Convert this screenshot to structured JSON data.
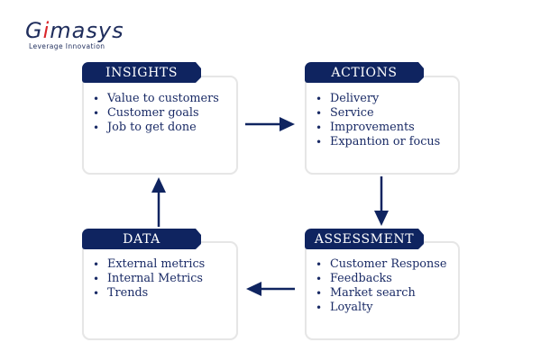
{
  "logo": {
    "text_before": "G",
    "text_accent": "i",
    "text_after": "masys",
    "tagline": "Leverage Innovation"
  },
  "colors": {
    "header_bg": "#0f2460",
    "text": "#1a2b66",
    "arrow": "#0f2460",
    "card_border": "#e6e6e6",
    "logo_accent": "#d9262b"
  },
  "stages": {
    "insights": {
      "title": "INSIGHTS",
      "items": [
        "Value to customers",
        "Customer goals",
        "Job to get done"
      ]
    },
    "actions": {
      "title": "ACTIONS",
      "items": [
        "Delivery",
        "Service",
        "Improvements",
        "Expantion or focus"
      ]
    },
    "assessment": {
      "title": "ASSESSMENT",
      "items": [
        "Customer Response",
        "Feedbacks",
        "Market search",
        "Loyalty"
      ]
    },
    "data": {
      "title": "DATA",
      "items": [
        "External metrics",
        "Internal Metrics",
        "Trends"
      ]
    }
  },
  "bullet": "•",
  "flow": [
    {
      "from": "insights",
      "to": "actions",
      "direction": "right"
    },
    {
      "from": "actions",
      "to": "assessment",
      "direction": "down"
    },
    {
      "from": "assessment",
      "to": "data",
      "direction": "left"
    },
    {
      "from": "data",
      "to": "insights",
      "direction": "up"
    }
  ]
}
